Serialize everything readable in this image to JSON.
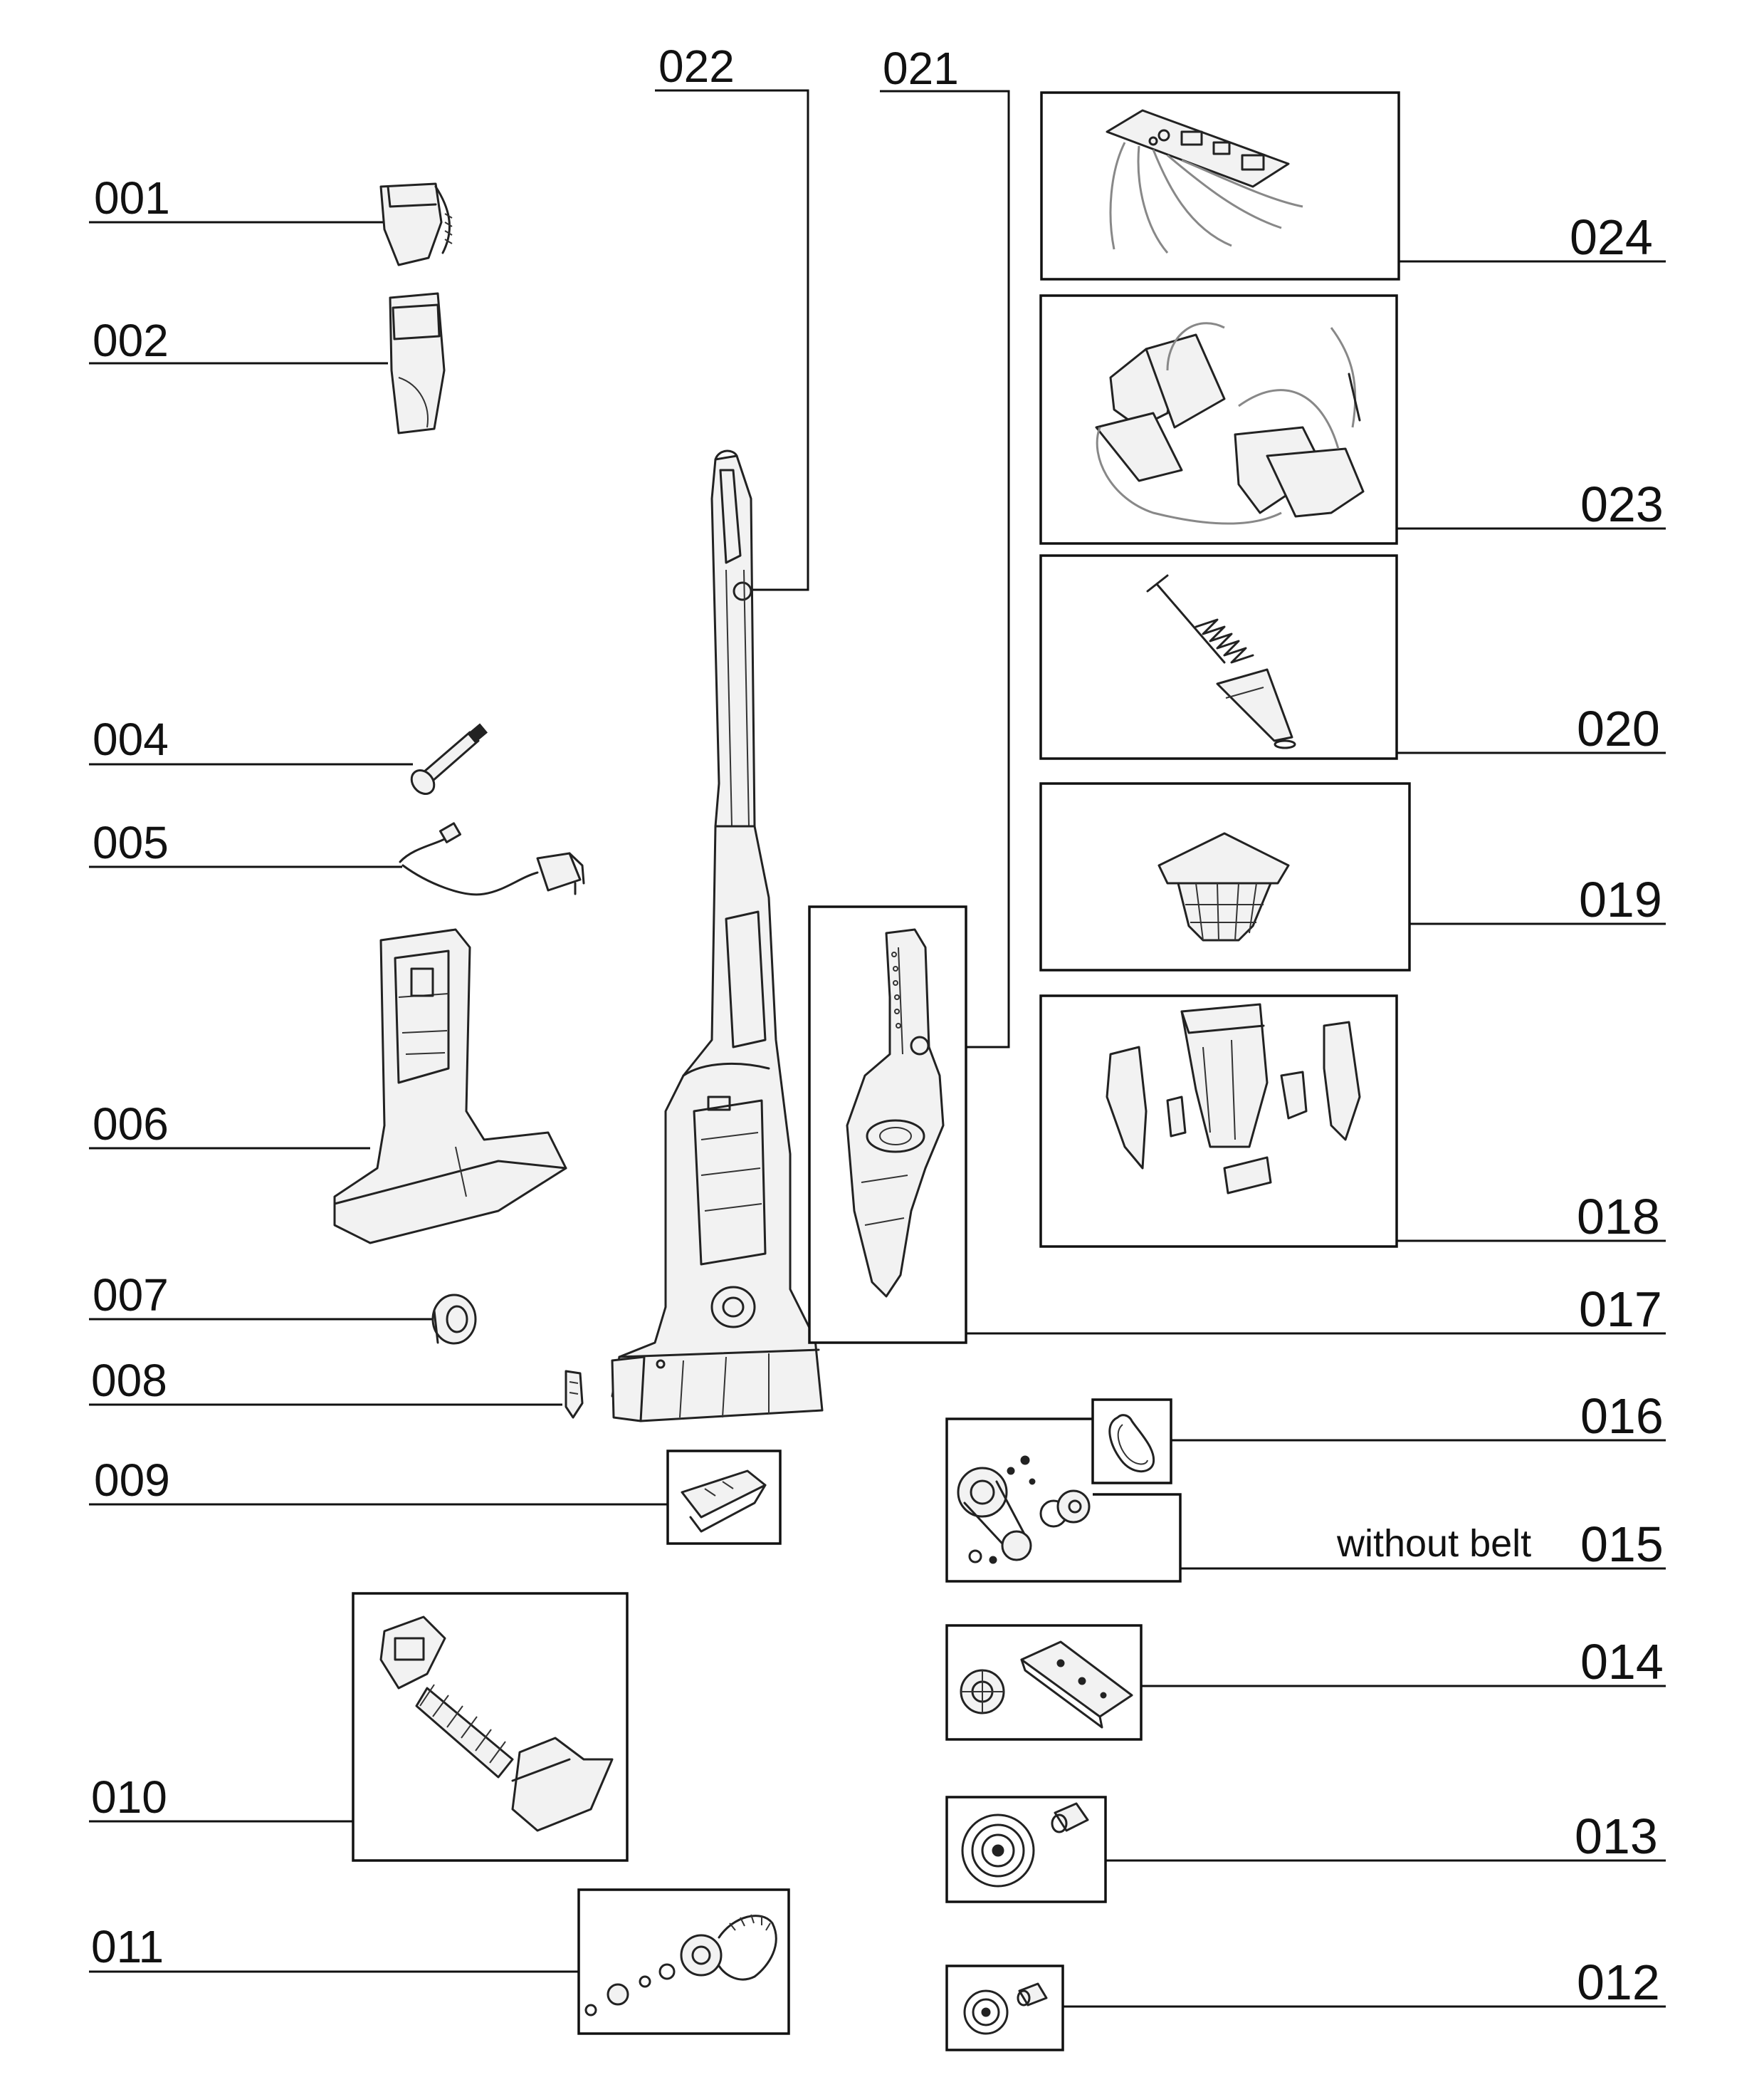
{
  "parts": [
    {
      "id": "001"
    },
    {
      "id": "002"
    },
    {
      "id": "004"
    },
    {
      "id": "005"
    },
    {
      "id": "006"
    },
    {
      "id": "007"
    },
    {
      "id": "008"
    },
    {
      "id": "009"
    },
    {
      "id": "010"
    },
    {
      "id": "011"
    },
    {
      "id": "012"
    },
    {
      "id": "013"
    },
    {
      "id": "014"
    },
    {
      "id": "015",
      "note": "without belt"
    },
    {
      "id": "016"
    },
    {
      "id": "017"
    },
    {
      "id": "018"
    },
    {
      "id": "019"
    },
    {
      "id": "020"
    },
    {
      "id": "021"
    },
    {
      "id": "022"
    },
    {
      "id": "023"
    },
    {
      "id": "024"
    }
  ],
  "icons": {
    "001": "charger-plug-icon",
    "002": "charger-base-icon",
    "004": "axle-pin-icon",
    "005": "power-adapter-icon",
    "006": "charging-stand-icon",
    "007": "wheel-cap-icon",
    "008": "clip-icon",
    "009": "nozzle-clip-icon",
    "010": "brushroll-assembly-icon",
    "011": "brush-gear-set-icon",
    "012": "small-gear-icon",
    "013": "large-gear-icon",
    "014": "gear-plate-icon",
    "015": "gearbox-icon",
    "016": "drive-belt-icon",
    "017": "handheld-unit-icon",
    "018": "housing-parts-icon",
    "019": "filter-icon",
    "020": "spring-cone-icon",
    "021": "switch-button-icon",
    "022": "handle-button-icon",
    "023": "battery-pack-icon",
    "024": "circuit-board-icon"
  }
}
